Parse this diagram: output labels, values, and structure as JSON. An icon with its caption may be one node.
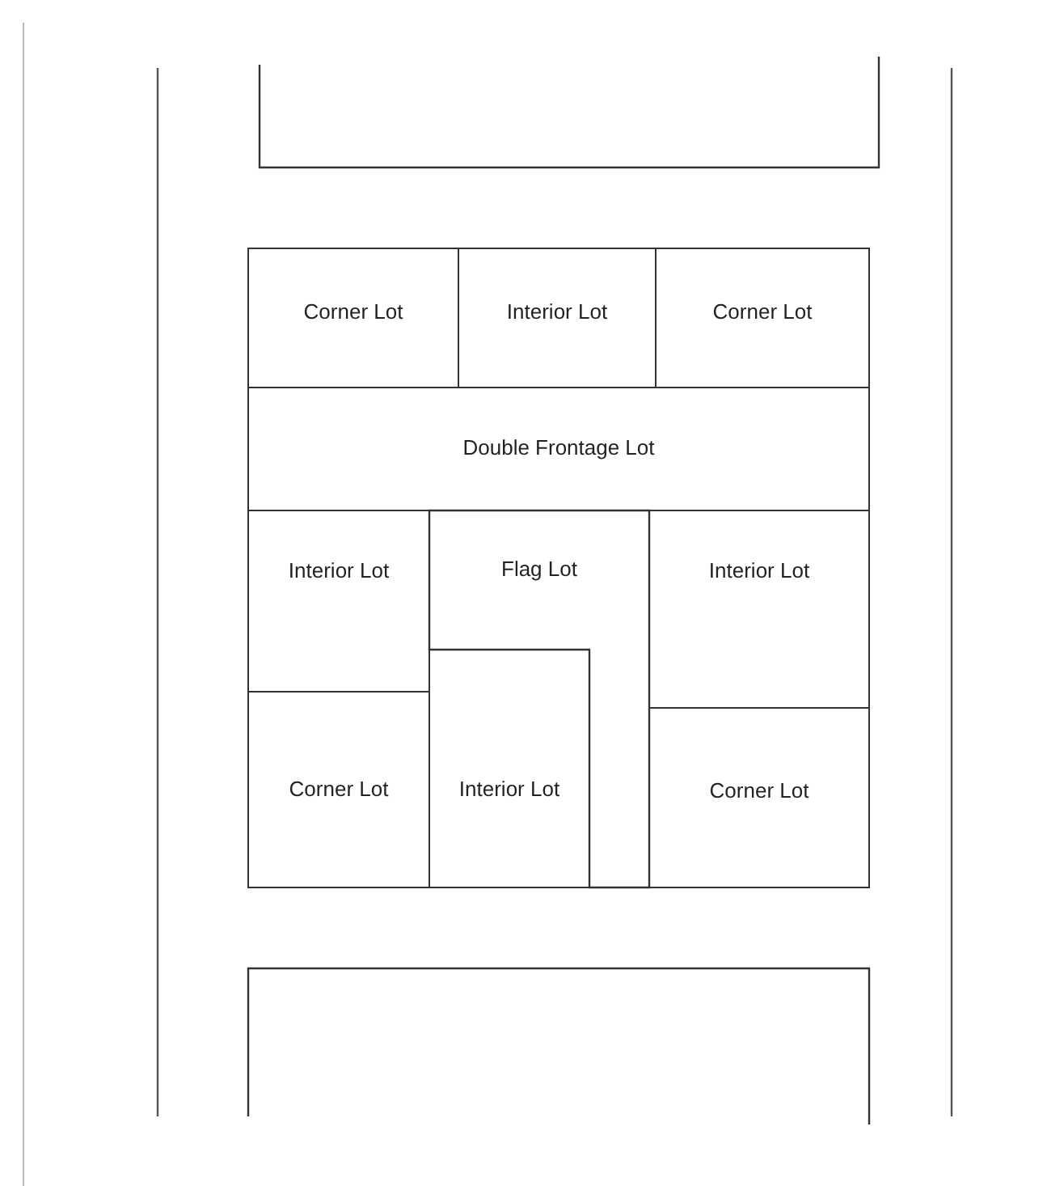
{
  "diagram": {
    "nodes": [
      {
        "text": [
          "Corner Lot"
        ]
      },
      {
        "text": [
          "Interior Lot"
        ]
      },
      {
        "text": [
          "Corner Lot"
        ]
      },
      {
        "text": [
          "Double Frontage Lot"
        ]
      },
      {
        "text": [
          "Interior Lot"
        ]
      },
      {
        "text": [
          "Flag Lot"
        ]
      },
      {
        "text": [
          "Interior Lot"
        ]
      },
      {
        "text": [
          "Corner Lot"
        ]
      },
      {
        "text": [
          "Interior Lot"
        ]
      },
      {
        "text": [
          "Corner Lot"
        ]
      }
    ]
  }
}
